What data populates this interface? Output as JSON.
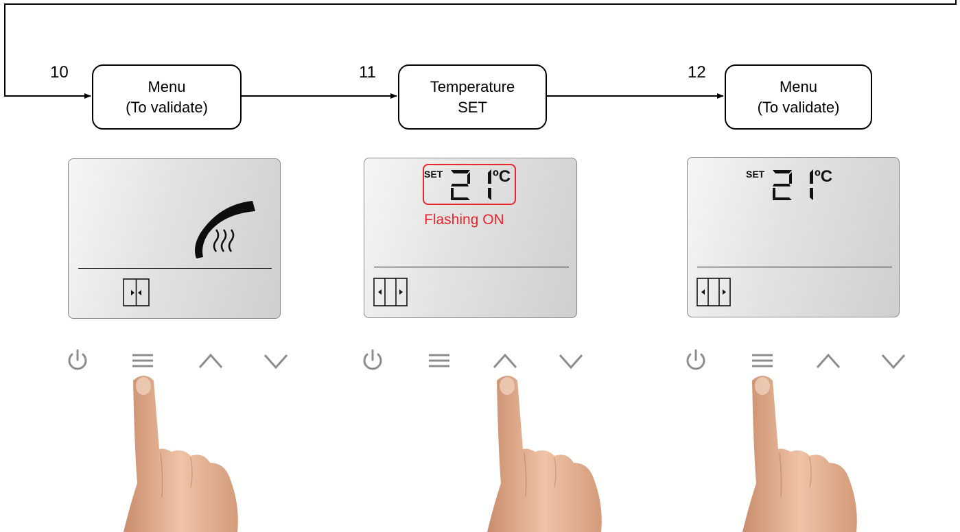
{
  "steps": [
    {
      "number": "10",
      "line1": "Menu",
      "line2": "(To validate)"
    },
    {
      "number": "11",
      "line1": "Temperature",
      "line2": "SET"
    },
    {
      "number": "12",
      "line1": "Menu",
      "line2": "(To validate)"
    }
  ],
  "displays": [
    {
      "content": "heating-icon",
      "fan_icon": "mode-closing-icon"
    },
    {
      "set_label": "SET",
      "temperature": "21",
      "unit": "ºC",
      "flashing_label": "Flashing ON",
      "fan_icon": "mode-opening-icon"
    },
    {
      "set_label": "SET",
      "temperature": "21",
      "unit": "ºC",
      "fan_icon": "mode-opening-icon"
    }
  ],
  "buttons": [
    "power-icon",
    "menu-icon",
    "up-icon",
    "down-icon"
  ],
  "pressed_buttons": [
    "menu",
    "up",
    "menu"
  ],
  "colors": {
    "line": "#000000",
    "flash": "#e8262b",
    "button": "#8c8c8c",
    "skin": "#e6b89a"
  }
}
